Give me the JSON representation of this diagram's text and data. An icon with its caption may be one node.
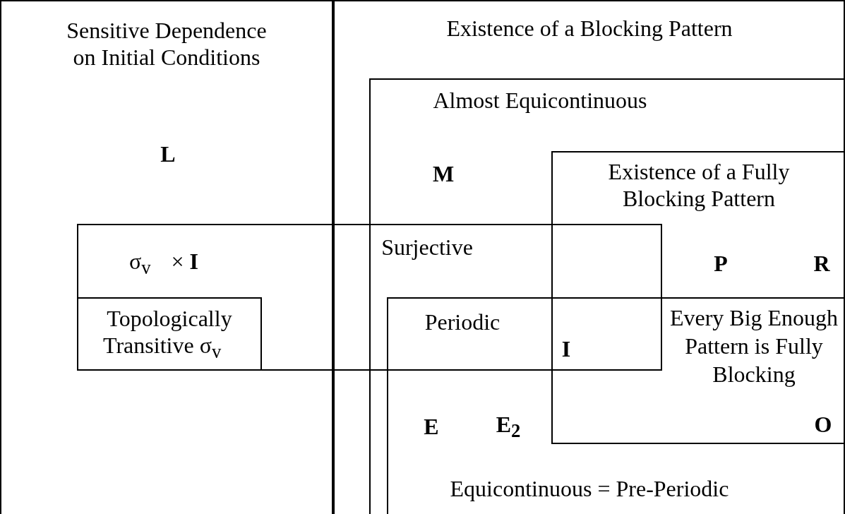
{
  "diagram": {
    "nodes": [
      {
        "text": [
          "Sensitive Dependence on Initial Conditions"
        ]
      },
      {
        "text": [
          "Existence of a Blocking Pattern"
        ]
      },
      {
        "text": [
          "Almost Equicontinuous"
        ],
        "in": 1
      },
      {
        "text": [
          "Existence of a Fully Blocking Pattern"
        ],
        "in": 2
      },
      {
        "text": [
          "Surjective"
        ]
      },
      {
        "text": [
          "Topologically Transitive σ$_{v⃗}$"
        ]
      },
      {
        "text": [
          "Equicontinuous = Pre-Periodic"
        ],
        "in": 2
      }
    ],
    "edges": [],
    "labels": [
      "L",
      "M",
      "σ$_{v⃗}$ × **I**",
      "P",
      "R",
      "Periodic",
      "Every Big Enough Pattern is Fully Blocking",
      "I",
      "E",
      "E$_{2}$",
      "O"
    ]
  }
}
